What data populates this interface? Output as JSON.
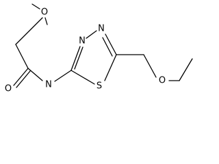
{
  "molecule": {
    "atoms": {
      "O_methoxy": "O",
      "O_carbonyl": "O",
      "N_amide": "N",
      "N_ring_left": "N",
      "N_ring_right": "N",
      "S_ring": "S",
      "O_ether": "O"
    }
  }
}
